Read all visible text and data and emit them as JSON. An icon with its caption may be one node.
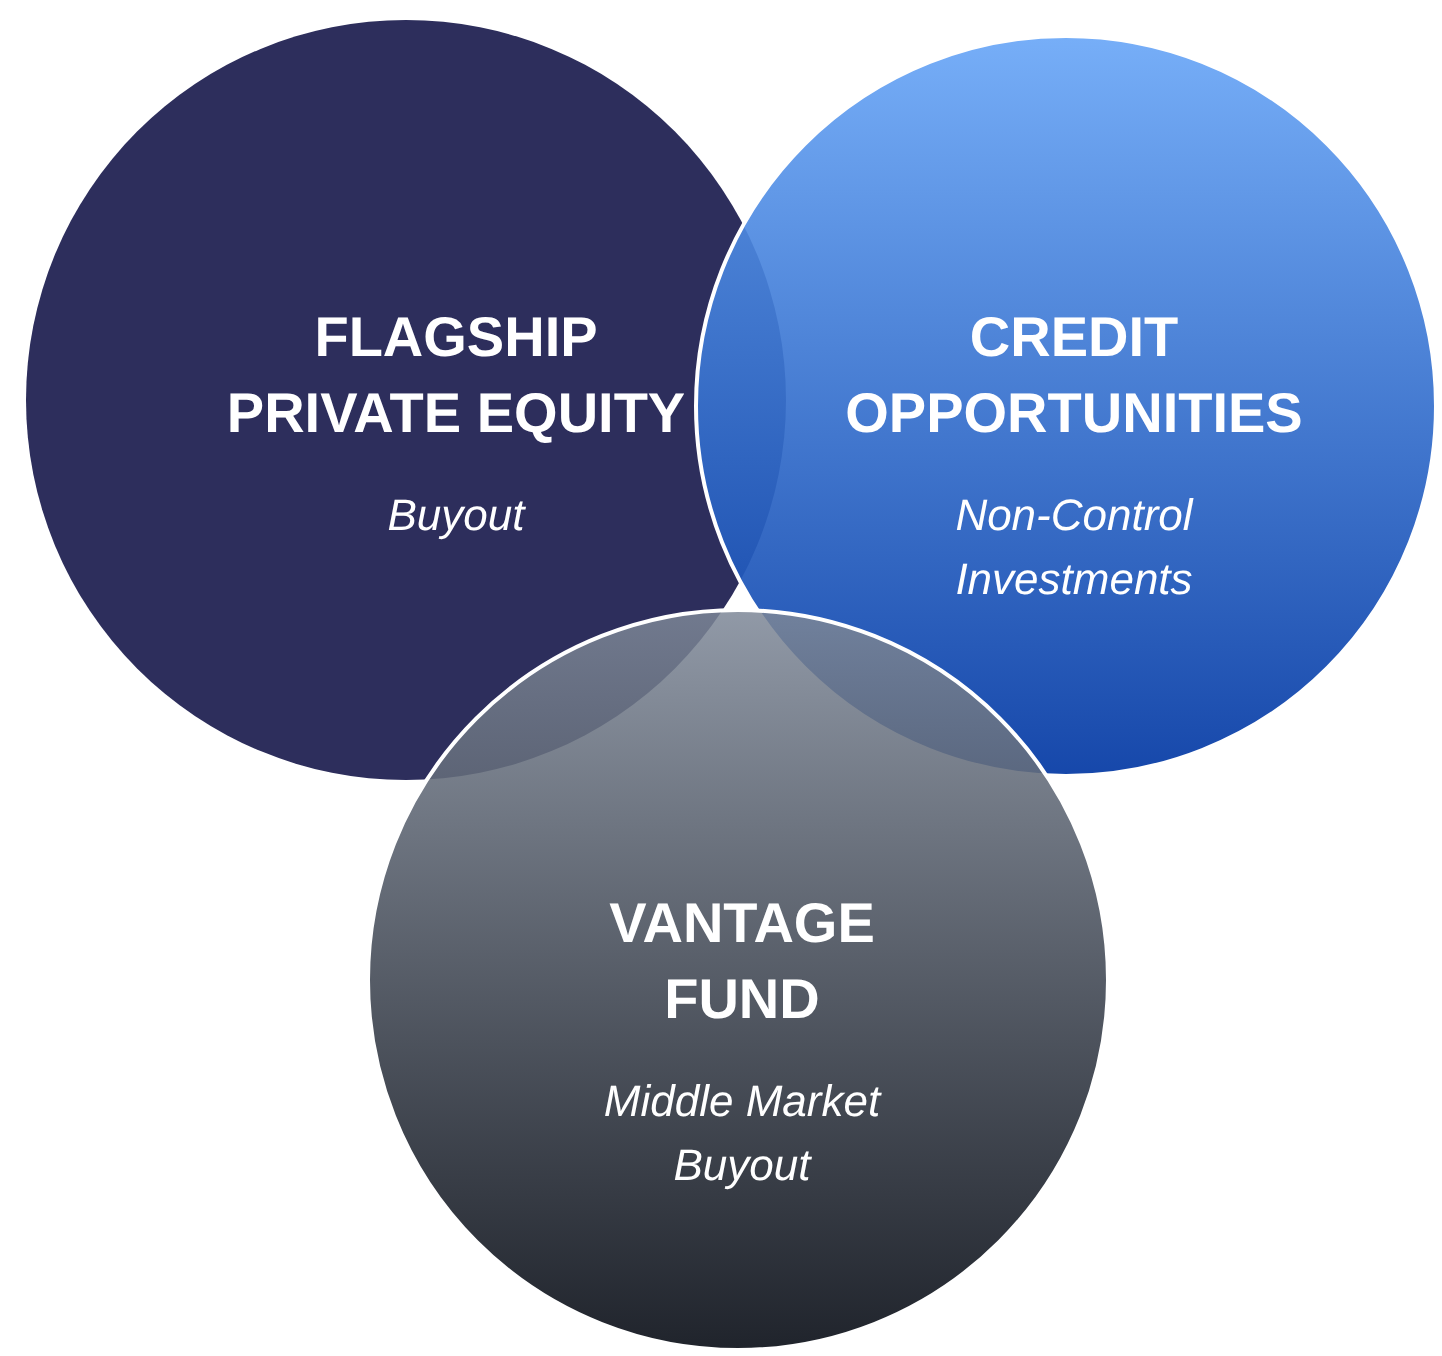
{
  "diagram": {
    "nodes": [
      {
        "text": [
          "FLAGSHIP PRIVATE EQUITY",
          "Buyout"
        ]
      },
      {
        "text": [
          "CREDIT OPPORTUNITIES",
          "Non-Control Investments"
        ]
      },
      {
        "text": [
          "VANTAGE FUND",
          "Middle Market Buyout"
        ]
      }
    ]
  }
}
